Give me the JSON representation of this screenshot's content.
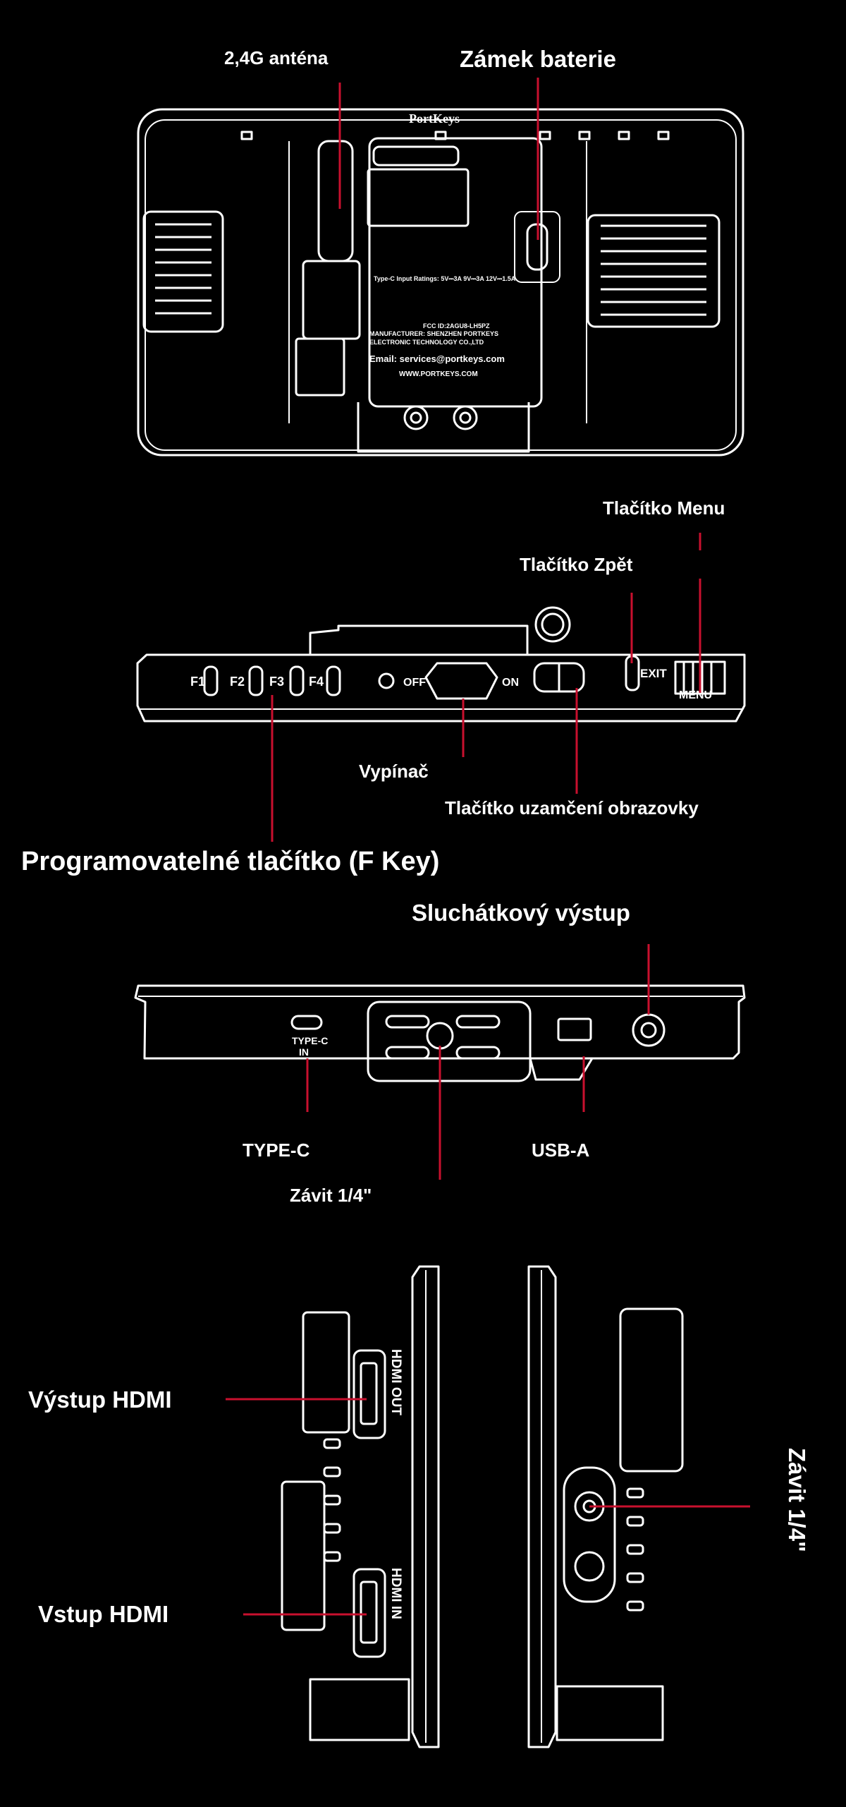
{
  "labels": {
    "antenna": "2,4G anténa",
    "battery_lock": "Zámek baterie",
    "menu_button": "Tlačítko Menu",
    "back_button": "Tlačítko Zpět",
    "power_switch": "Vypínač",
    "screen_lock": "Tlačítko uzamčení obrazovky",
    "f_key": "Programovatelné tlačítko (F Key)",
    "headphone_out": "Sluchátkový výstup",
    "type_c": "TYPE-C",
    "usb_a": "USB-A",
    "thread_bottom": "Závit 1/4\"",
    "hdmi_out_label": "Výstup HDMI",
    "hdmi_in_label": "Vstup HDMI",
    "thread_side": "Závit 1/4\""
  },
  "device_text": {
    "brand": "PortKeys",
    "input_ratings": "Type-C Input Ratings: 5V⎓3A  9V⎓3A  12V⎓1.5A",
    "fcc_id": "FCC ID:2AGU8-LH5PZ",
    "manufacturer": "MANUFACTURER: SHENZHEN PORTKEYS",
    "manufacturer2": "ELECTRONIC TECHNOLOGY CO.,LTD",
    "email": "Email: services@portkeys.com",
    "website": "WWW.PORTKEYS.COM",
    "f1": "F1",
    "f2": "F2",
    "f3": "F3",
    "f4": "F4",
    "off": "OFF",
    "on": "ON",
    "exit": "EXIT",
    "menu": "MENU",
    "type_c_port": "TYPE-C",
    "type_c_in": "IN",
    "hdmi_out": "HDMI OUT",
    "hdmi_in": "HDMI IN"
  },
  "colors": {
    "background": "#000000",
    "line_art": "#ffffff",
    "leader_line": "#c8102e"
  }
}
